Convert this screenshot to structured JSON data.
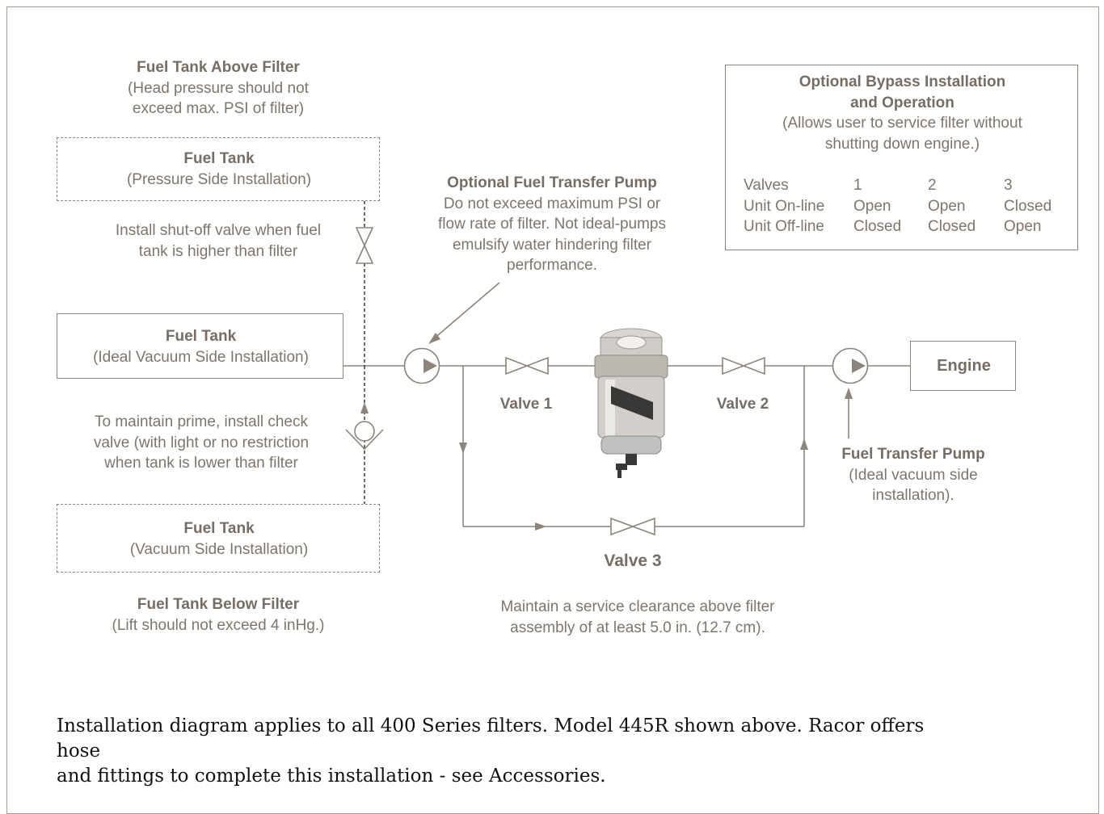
{
  "top_left": {
    "title": "Fuel Tank Above Filter",
    "line1": "(Head pressure should not",
    "line2": "exceed max. PSI of filter)"
  },
  "tank_pressure": {
    "title": "Fuel Tank",
    "subtitle": "(Pressure Side Installation)"
  },
  "shutoff_note": {
    "line1": "Install shut-off valve when fuel",
    "line2": "tank is higher than filter"
  },
  "tank_ideal": {
    "title": "Fuel Tank",
    "subtitle": "(Ideal Vacuum Side Installation)"
  },
  "check_note": {
    "line1": "To maintain prime, install check",
    "line2": "valve (with light or no restriction",
    "line3": "when tank is lower than filter"
  },
  "tank_vacuum": {
    "title": "Fuel Tank",
    "subtitle": "(Vacuum Side Installation)"
  },
  "bottom_left": {
    "title": "Fuel Tank Below Filter",
    "subtitle": "(Lift should not exceed 4 inHg.)"
  },
  "optional_pump": {
    "title": "Optional Fuel Transfer Pump",
    "line1": "Do not exceed maximum PSI or",
    "line2": "flow rate of filter. Not ideal-pumps",
    "line3": "emulsify water hindering filter",
    "line4": "performance."
  },
  "valves": {
    "v1": "Valve 1",
    "v2": "Valve 2",
    "v3": "Valve 3"
  },
  "engine": "Engine",
  "transfer_pump": {
    "title": "Fuel Transfer Pump",
    "line1": "(Ideal vacuum side",
    "line2": "installation)."
  },
  "clearance": {
    "line1": "Maintain a service clearance above filter",
    "line2": "assembly of at least 5.0 in. (12.7 cm)."
  },
  "bypass": {
    "title1": "Optional Bypass Installation",
    "title2": "and Operation",
    "line1": "(Allows user to service filter without",
    "line2": "shutting down engine.)",
    "table": [
      [
        "Valves",
        "1",
        "2",
        "3"
      ],
      [
        "Unit On-line",
        "Open",
        "Open",
        "Closed"
      ],
      [
        "Unit Off-line",
        "Closed",
        "Closed",
        "Open"
      ]
    ]
  },
  "caption": {
    "line1": "Installation diagram applies to all 400 Series filters. Model 445R shown above. Racor offers hose",
    "line2": "and fittings to complete this installation - see Accessories."
  },
  "colors": {
    "line": "#8d847b",
    "text": "#7f756c",
    "caption": "#111111"
  }
}
